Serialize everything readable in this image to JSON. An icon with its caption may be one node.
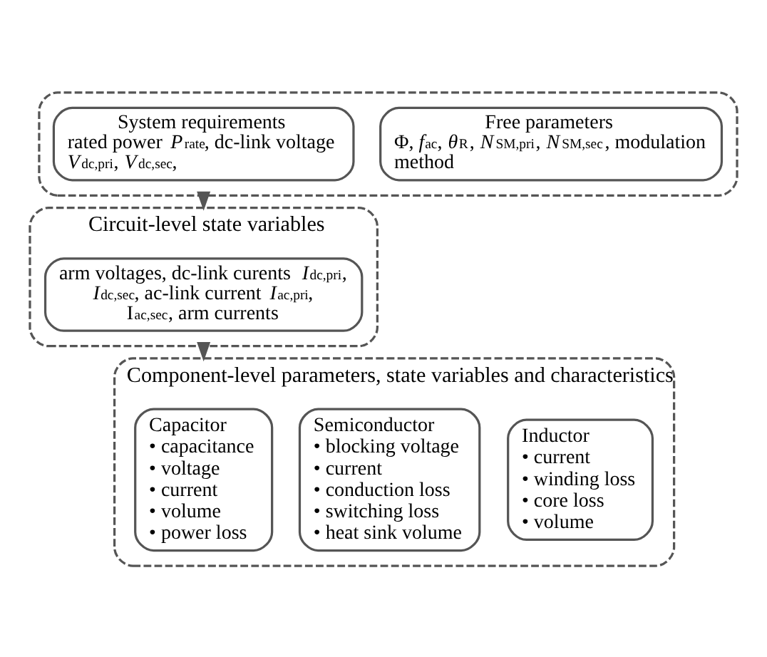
{
  "diagram": {
    "nodes": [
      {
        "text": [],
        "shape": "box"
      },
      {
        "text": [
          "System requirements",
          "rated power *P*$_{rate}$, dc-link voltage *V*$_{dc,pri}$, *V*$_{dc,sec}$,"
        ],
        "in": 0
      },
      {
        "text": [
          "Free parameters",
          "Φ, *f*$_{ac}$, *θ*$_{R}$, *N*$_{SM,pri}$, *N*$_{SM,sec}$, modulation method"
        ],
        "in": 0
      },
      {
        "text": [
          "Circuit-level state variables"
        ]
      },
      {
        "text": [
          "arm voltages, dc-link curents *I*$_{dc,pri}$, *I*$_{dc,sec}$, ac-link current *I*$_{ac,pri}$, I$_{ac,sec}$, arm currents"
        ],
        "in": 3
      },
      {
        "text": [
          "Component-level parameters, state variables and characteristics"
        ]
      },
      {
        "text": [
          "Capacitor",
          "• capacitance",
          "• voltage",
          "• current",
          "• volume",
          "• power loss"
        ],
        "in": 5
      },
      {
        "text": [
          "Semiconductor",
          "• blocking voltage",
          "• current",
          "• conduction loss",
          "• switching loss",
          "• heat sink volume"
        ],
        "in": 5
      },
      {
        "text": [
          "Inductor",
          "• current",
          "• winding loss",
          "• core loss",
          "• volume"
        ],
        "in": 5
      }
    ],
    "edges": [
      {
        "from": 0,
        "to": 3,
        "arrow": "to"
      },
      {
        "from": 3,
        "to": 5,
        "arrow": "to"
      }
    ]
  }
}
